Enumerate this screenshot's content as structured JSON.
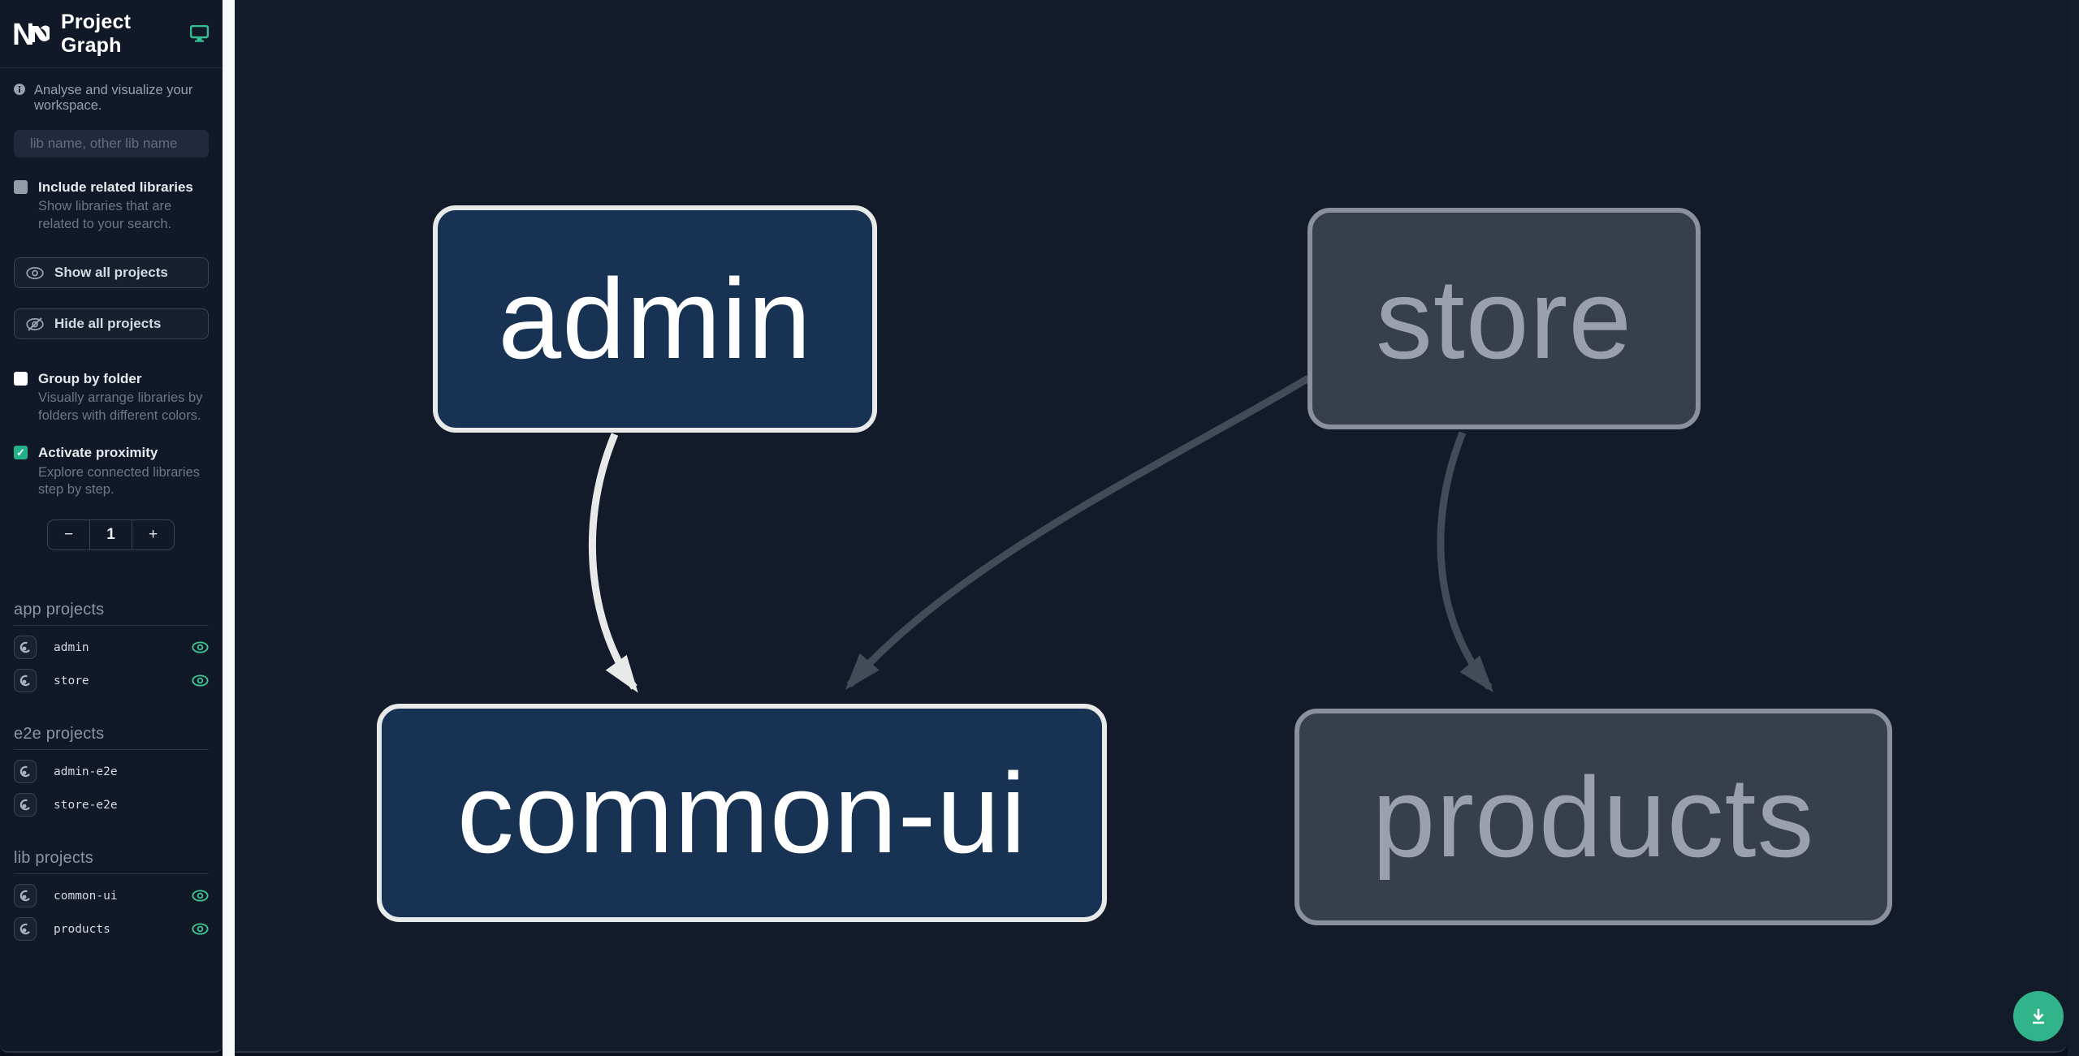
{
  "colors": {
    "sidebar_bg": "#111827",
    "canvas_bg": "#131b2b",
    "accent_teal": "#32b48a",
    "eye_green": "#42c794",
    "node_focused_fill": "#173253",
    "node_focused_border": "#e8eae9",
    "node_faded_fill": "#373e4c",
    "node_faded_border": "#8b919c",
    "edge_light": "#e8eae9",
    "edge_dark": "#434b59",
    "divider": "#f7f8f9"
  },
  "sidebar": {
    "logo": "Nx",
    "title": "Project Graph",
    "tagline": "Analyse and visualize your workspace.",
    "search": {
      "placeholder": "lib name, other lib name",
      "value": ""
    },
    "include_related": {
      "label": "Include related libraries",
      "description": "Show libraries that are related to your search.",
      "checked": false
    },
    "show_all_label": "Show all projects",
    "hide_all_label": "Hide all projects",
    "group_by_folder": {
      "label": "Group by folder",
      "description": "Visually arrange libraries by folders with different colors.",
      "checked": false
    },
    "activate_proximity": {
      "label": "Activate proximity",
      "description": "Explore connected libraries step by step.",
      "checked": true,
      "check_glyph": "✓"
    },
    "stepper": {
      "decrement": "−",
      "value": "1",
      "increment": "+"
    },
    "sections": {
      "app": {
        "title": "app projects",
        "items": [
          {
            "name": "admin",
            "visible": true
          },
          {
            "name": "store",
            "visible": true
          }
        ]
      },
      "e2e": {
        "title": "e2e projects",
        "items": [
          {
            "name": "admin-e2e"
          },
          {
            "name": "store-e2e"
          }
        ]
      },
      "lib": {
        "title": "lib projects",
        "items": [
          {
            "name": "common-ui",
            "visible": true
          },
          {
            "name": "products",
            "visible": true
          }
        ]
      }
    }
  },
  "graph": {
    "nodes": [
      {
        "id": "admin",
        "label": "admin",
        "state": "focused"
      },
      {
        "id": "store",
        "label": "store",
        "state": "faded"
      },
      {
        "id": "common-ui",
        "label": "common-ui",
        "state": "focused"
      },
      {
        "id": "products",
        "label": "products",
        "state": "faded"
      }
    ],
    "edges": [
      {
        "from": "admin",
        "to": "common-ui",
        "state": "focused"
      },
      {
        "from": "store",
        "to": "common-ui",
        "state": "faded"
      },
      {
        "from": "store",
        "to": "products",
        "state": "faded"
      }
    ]
  },
  "fab": {
    "action": "download"
  }
}
